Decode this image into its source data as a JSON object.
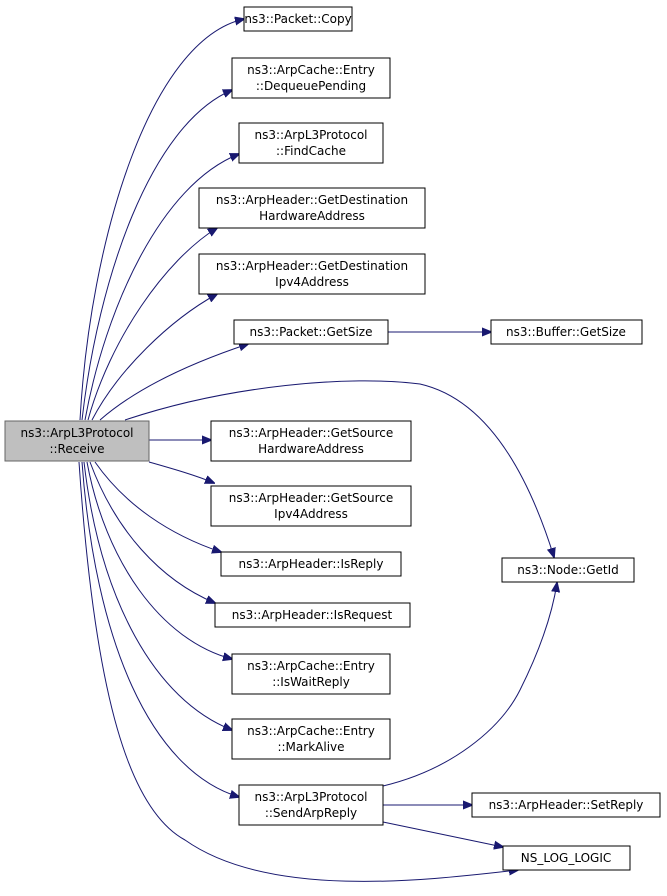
{
  "graph": {
    "colors": {
      "edge": "#191970",
      "root_fill": "#bfbfbf",
      "node_fill": "#ffffff",
      "border": "#000000"
    },
    "nodes": {
      "receive": {
        "lines": [
          "ns3::ArpL3Protocol",
          "::Receive"
        ]
      },
      "packet_copy": {
        "lines": [
          "ns3::Packet::Copy"
        ]
      },
      "dequeue_pending": {
        "lines": [
          "ns3::ArpCache::Entry",
          "::DequeuePending"
        ]
      },
      "find_cache": {
        "lines": [
          "ns3::ArpL3Protocol",
          "::FindCache"
        ]
      },
      "get_dest_hw": {
        "lines": [
          "ns3::ArpHeader::GetDestination",
          "HardwareAddress"
        ]
      },
      "get_dest_ipv4": {
        "lines": [
          "ns3::ArpHeader::GetDestination",
          "Ipv4Address"
        ]
      },
      "packet_getsize": {
        "lines": [
          "ns3::Packet::GetSize"
        ]
      },
      "buffer_getsize": {
        "lines": [
          "ns3::Buffer::GetSize"
        ]
      },
      "get_src_hw": {
        "lines": [
          "ns3::ArpHeader::GetSource",
          "HardwareAddress"
        ]
      },
      "get_src_ipv4": {
        "lines": [
          "ns3::ArpHeader::GetSource",
          "Ipv4Address"
        ]
      },
      "node_getid": {
        "lines": [
          "ns3::Node::GetId"
        ]
      },
      "is_reply": {
        "lines": [
          "ns3::ArpHeader::IsReply"
        ]
      },
      "is_request": {
        "lines": [
          "ns3::ArpHeader::IsRequest"
        ]
      },
      "is_wait_reply": {
        "lines": [
          "ns3::ArpCache::Entry",
          "::IsWaitReply"
        ]
      },
      "mark_alive": {
        "lines": [
          "ns3::ArpCache::Entry",
          "::MarkAlive"
        ]
      },
      "send_arp_reply": {
        "lines": [
          "ns3::ArpL3Protocol",
          "::SendArpReply"
        ]
      },
      "set_reply": {
        "lines": [
          "ns3::ArpHeader::SetReply"
        ]
      },
      "ns_log_logic": {
        "lines": [
          "NS_LOG_LOGIC"
        ]
      }
    }
  }
}
